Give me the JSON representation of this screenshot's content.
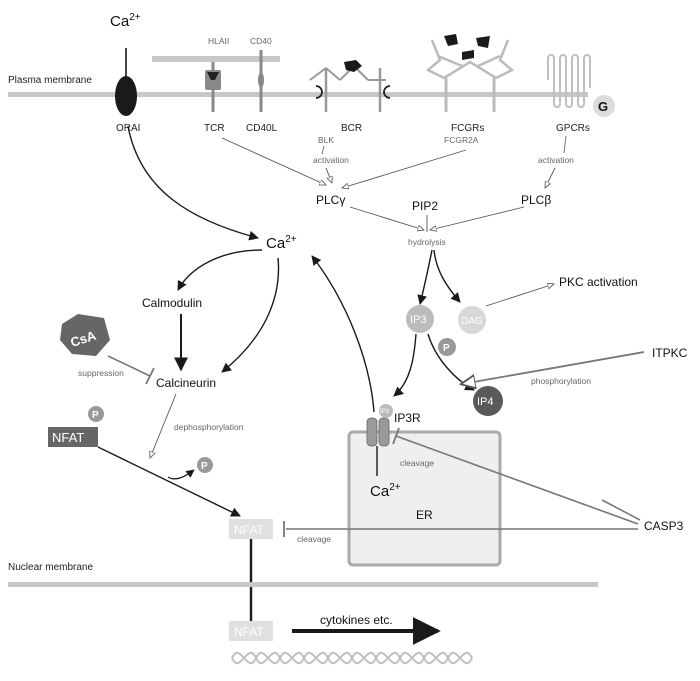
{
  "membranes": {
    "plasma": "Plasma membrane",
    "nuclear": "Nuclear membrane"
  },
  "top_ca": {
    "base": "Ca",
    "sup": "2+"
  },
  "receptors": {
    "orai": "ORAI",
    "hlaii": "HLAII",
    "cd40": "CD40",
    "tcr": "TCR",
    "cd40l": "CD40L",
    "bcr": "BCR",
    "fcgrs": "FCGRs",
    "gpcrs": "GPCRs",
    "g": "G"
  },
  "upstream": {
    "blk": "BLK",
    "fcgr2a": "FCGR2A",
    "activation_1": "activation",
    "activation_2": "activation",
    "plcg": "PLCγ",
    "plcb": "PLCβ",
    "pip2": "PIP2",
    "hydrolysis": "hydrolysis"
  },
  "center_ca": {
    "base": "Ca",
    "sup": "2+"
  },
  "calcium_branch": {
    "calmodulin": "Calmodulin",
    "calcineurin": "Calcineurin",
    "csa": "CsA",
    "suppression": "suppression",
    "dephosphorylation": "dephosphorylation",
    "nfat_cyto": "NFAT",
    "p1": "P",
    "p2": "P"
  },
  "ip3_branch": {
    "ip3": "IP3",
    "dag": "DAG",
    "pkc": "PKC activation",
    "p3": "P",
    "ip4": "IP4",
    "itpkc": "ITPKC",
    "phosphorylation": "phosphorylation"
  },
  "er": {
    "ip3r": "IP3R",
    "ip3_small": "IP3",
    "cleavage_1": "cleavage",
    "ca_base": "Ca",
    "ca_sup": "2+",
    "label": "ER"
  },
  "casp3": {
    "label": "CASP3",
    "cleavage_2": "cleavage",
    "nfat_mid": "NFAT"
  },
  "nucleus": {
    "nfat": "NFAT",
    "cytokines": "cytokines etc."
  },
  "colors": {
    "membrane": "#c8c8c8",
    "dark": "#1a1a1a",
    "grey_node": "#bcbcbc",
    "dark_node": "#666666",
    "er_fill": "#efefef",
    "er_stroke": "#aaaaaa"
  }
}
